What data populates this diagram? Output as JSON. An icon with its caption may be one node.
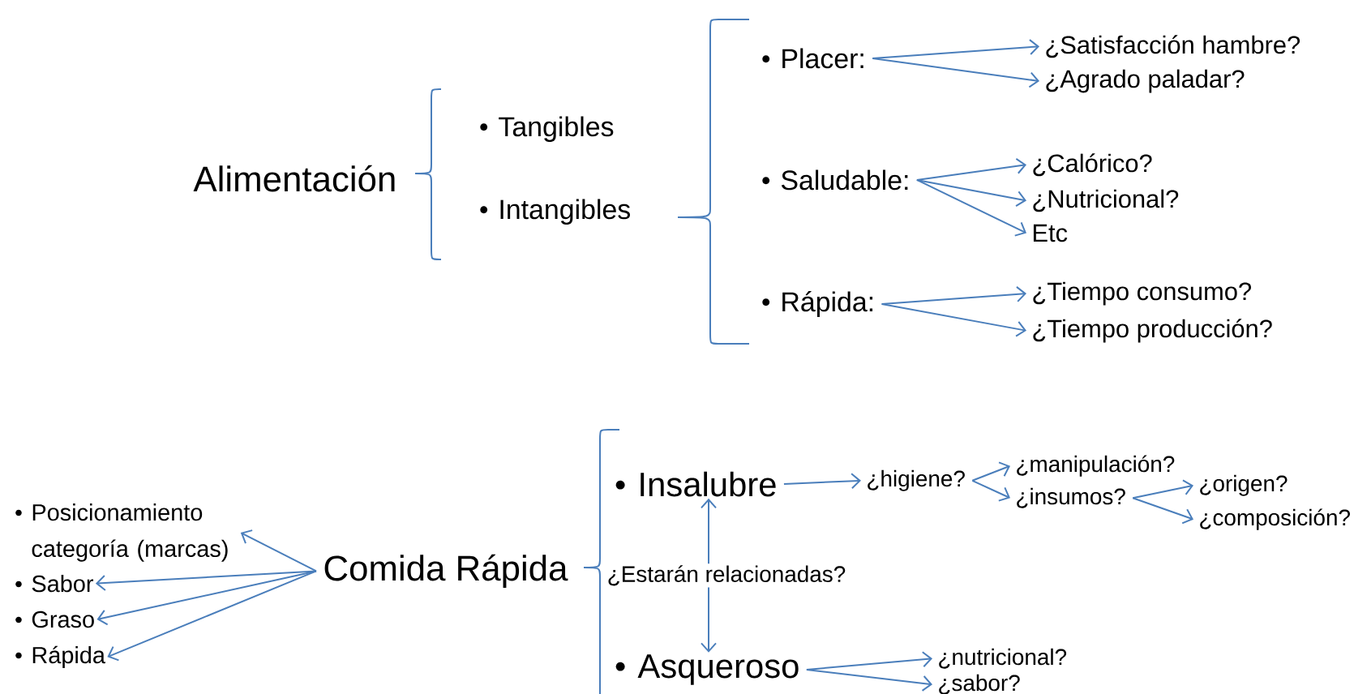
{
  "diagram": {
    "nodes": [
      {
        "text": [
          "Alimentación"
        ]
      },
      {
        "text": [
          "Tangibles"
        ]
      },
      {
        "text": [
          "Intangibles"
        ]
      },
      {
        "text": [
          "Placer:"
        ]
      },
      {
        "text": [
          "¿Satisfacción hambre?"
        ]
      },
      {
        "text": [
          "¿Agrado paladar?"
        ]
      },
      {
        "text": [
          "Saludable:"
        ]
      },
      {
        "text": [
          "¿Calórico?"
        ]
      },
      {
        "text": [
          "¿Nutricional?"
        ]
      },
      {
        "text": [
          "Etc"
        ]
      },
      {
        "text": [
          "Rápida:"
        ]
      },
      {
        "text": [
          "¿Tiempo consumo?"
        ]
      },
      {
        "text": [
          "¿Tiempo producción?"
        ]
      },
      {
        "text": [
          "Comida Rápida"
        ]
      },
      {
        "text": [
          "Posicionamiento categoría (marcas)"
        ]
      },
      {
        "text": [
          "Sabor"
        ]
      },
      {
        "text": [
          "Graso"
        ]
      },
      {
        "text": [
          "Rápida"
        ]
      },
      {
        "text": [
          "Insalubre"
        ]
      },
      {
        "text": [
          "¿higiene?"
        ]
      },
      {
        "text": [
          "¿manipulación?"
        ]
      },
      {
        "text": [
          "¿insumos?"
        ]
      },
      {
        "text": [
          "¿origen?"
        ]
      },
      {
        "text": [
          "¿composición?"
        ]
      },
      {
        "text": [
          "Asqueroso"
        ]
      },
      {
        "text": [
          "¿nutricional?"
        ]
      },
      {
        "text": [
          "¿sabor?"
        ]
      }
    ],
    "edges": [
      {
        "from": 3,
        "to": 4,
        "arrow": "to"
      },
      {
        "from": 3,
        "to": 5,
        "arrow": "to"
      },
      {
        "from": 6,
        "to": 7,
        "arrow": "to"
      },
      {
        "from": 6,
        "to": 8,
        "arrow": "to"
      },
      {
        "from": 6,
        "to": 9,
        "arrow": "to"
      },
      {
        "from": 10,
        "to": 11,
        "arrow": "to"
      },
      {
        "from": 10,
        "to": 12,
        "arrow": "to"
      },
      {
        "from": 13,
        "to": 14,
        "arrow": "to"
      },
      {
        "from": 13,
        "to": 15,
        "arrow": "to"
      },
      {
        "from": 13,
        "to": 16,
        "arrow": "to"
      },
      {
        "from": 13,
        "to": 17,
        "arrow": "to"
      },
      {
        "from": 18,
        "to": 19,
        "arrow": "to"
      },
      {
        "from": 19,
        "to": 20,
        "arrow": "to"
      },
      {
        "from": 19,
        "to": 21,
        "arrow": "to"
      },
      {
        "from": 21,
        "to": 22,
        "arrow": "to"
      },
      {
        "from": 21,
        "to": 23,
        "arrow": "to"
      },
      {
        "from": 18,
        "to": 24,
        "arrow": "both",
        "label": "¿Estarán relacionadas?"
      },
      {
        "from": 24,
        "to": 25,
        "arrow": "to"
      },
      {
        "from": 24,
        "to": 26,
        "arrow": "to"
      }
    ]
  }
}
